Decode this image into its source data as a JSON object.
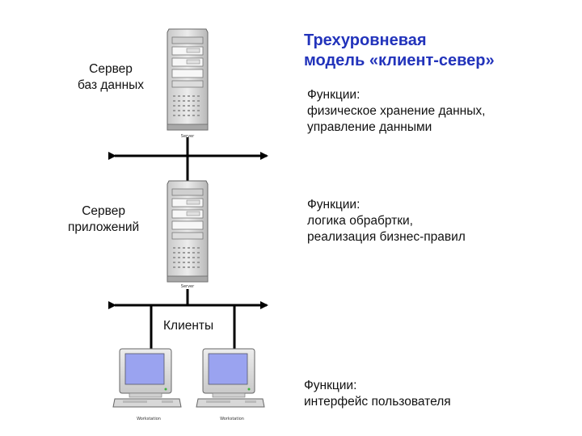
{
  "title": {
    "line1": "Трехуровневая",
    "line2": "модель «клиент-север»"
  },
  "tiers": {
    "db": {
      "label_line1": "Сервер",
      "label_line2": "баз данных",
      "func_heading": "Функции:",
      "func_line1": "физическое хранение данных,",
      "func_line2": "управление данными",
      "device_caption": "Server"
    },
    "app": {
      "label_line1": "Сервер",
      "label_line2": "приложений",
      "func_heading": "Функции:",
      "func_line1": "логика обрабртки,",
      "func_line2": "реализация бизнес-правил",
      "device_caption": "Server"
    },
    "clients": {
      "label": "Клиенты",
      "func_heading": "Функции:",
      "func_line1": "интерфейс пользователя",
      "ws1_caption": "Workstation",
      "ws2_caption": "Workstation"
    }
  },
  "icons": {
    "server": "server-tower-icon",
    "workstation": "workstation-icon"
  },
  "colors": {
    "title": "#2233bb",
    "screen": "#9aa3f0",
    "line": "#000000"
  }
}
